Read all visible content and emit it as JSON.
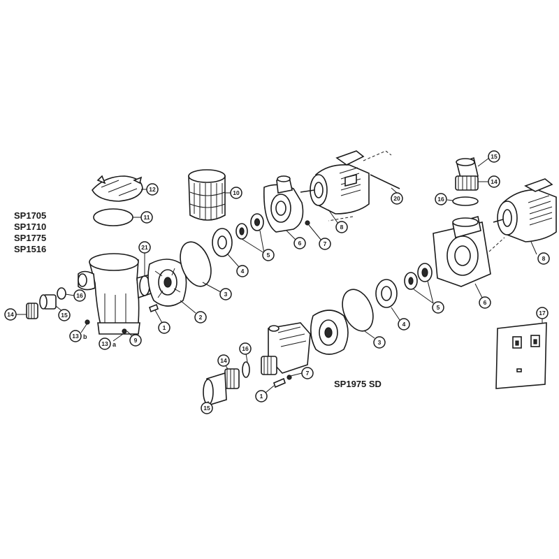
{
  "models": {
    "group_a": [
      "SP1705",
      "SP1710",
      "SP1775",
      "SP1516"
    ],
    "group_b": "SP1975 SD"
  },
  "callouts": {
    "c12": "12",
    "c11": "11",
    "c10": "10",
    "c21": "21",
    "c20": "20",
    "c14a": "14",
    "c15a": "15",
    "c16a": "16",
    "c13b": "13",
    "c13a": "13",
    "suffix_b": "b",
    "suffix_a": "a",
    "c9": "9",
    "c1a": "1",
    "c2": "2",
    "c3a": "3",
    "c4a": "4",
    "c5a": "5",
    "c6a": "6",
    "c7a": "7",
    "c8a": "8",
    "c15b": "15",
    "c14b": "14",
    "c16b": "16",
    "c8b": "8",
    "c6b": "6",
    "c5b": "5",
    "c4b": "4",
    "c3b": "3",
    "c17": "17",
    "c14c": "14",
    "c16c": "16",
    "c7b": "7",
    "c1b": "1",
    "c15c": "15"
  }
}
